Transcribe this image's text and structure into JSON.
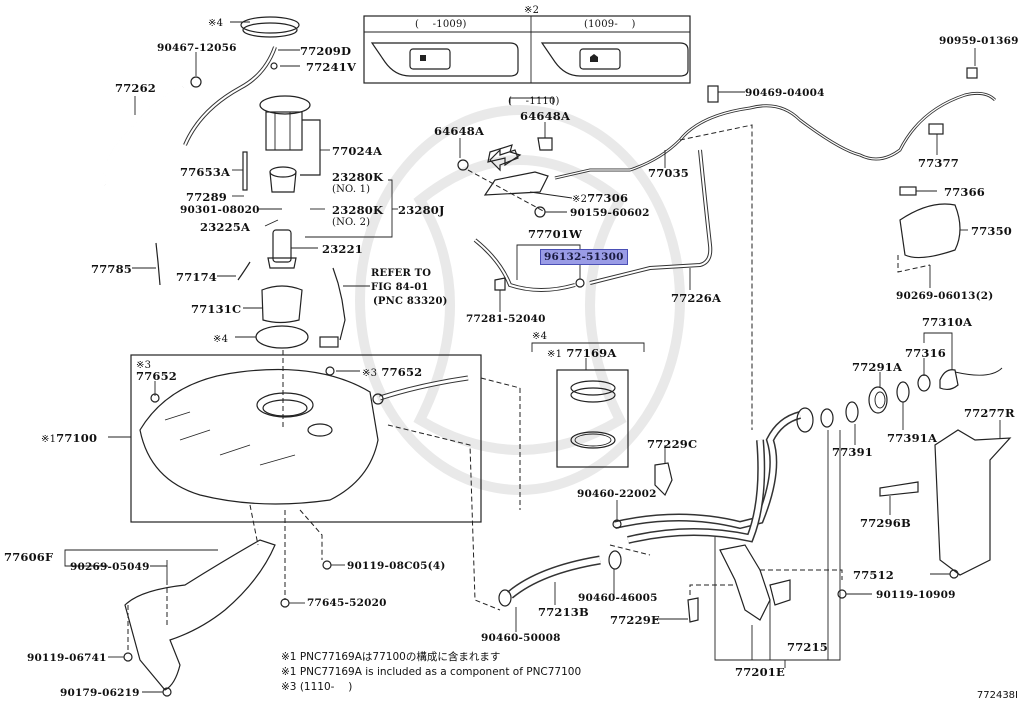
{
  "diagram": {
    "type": "exploded-parts-diagram",
    "subject": "Fuel tank, fuel pump, filler pipe and fuel lid assembly",
    "figure_id": "772438I",
    "highlighted_part": "96132-51300",
    "callouts": {
      "c_77262": "77262",
      "c_90467_12056": "90467-12056",
      "c_x4_top": "※4",
      "c_77209D": "77209D",
      "c_77241V": "77241V",
      "c_77024A": "77024A",
      "c_77653A": "77653A",
      "c_77289": "77289",
      "c_90301_08020": "90301-08020",
      "c_23280K_1": "23280K",
      "c_no1": "(NO. 1)",
      "c_23280K_2": "23280K",
      "c_no2": "(NO. 2)",
      "c_23280J": "23280J",
      "c_23225A": "23225A",
      "c_23221": "23221",
      "c_77785": "77785",
      "c_77174": "77174",
      "c_refer1": "REFER TO",
      "c_refer2": "FIG 84-01",
      "c_refer3": "(PNC 83320)",
      "c_77131C": "77131C",
      "c_x4_ring": "※4",
      "c_x3_a": "※3",
      "c_77652_a": "77652",
      "c_x3_b": "※3",
      "c_77652_b": "77652",
      "c_x1_77100_mark": "※1",
      "c_77100": "77100",
      "c_77606F": "77606F",
      "c_90269_05049": "90269-05049",
      "c_90119_08C05": "90119-08C05(4)",
      "c_77645_52020": "77645-52020",
      "c_90119_06741": "90119-06741",
      "c_90179_06219": "90179-06219",
      "c_x2_top": "※2",
      "c_range_a": "(　 -1009)",
      "c_range_b": "(1009-　 )",
      "c_range_1110": "(　 -1110)",
      "c_64648A_a": "64648A",
      "c_64648A_b": "64648A",
      "c_77306_mark": "※2",
      "c_77306": "77306",
      "c_90159_60602": "90159-60602",
      "c_77035": "77035",
      "c_77701W": "77701W",
      "c_96132_51300": "96132-51300",
      "c_77226A": "77226A",
      "c_77281_52040": "77281-52040",
      "c_x4_mid": "※4",
      "c_x1_77169A_mark": "※1",
      "c_77169A": "77169A",
      "c_90469_04004": "90469-04004",
      "c_90959_01369": "90959-01369",
      "c_77377": "77377",
      "c_77366": "77366",
      "c_77350": "77350",
      "c_90269_06013": "90269-06013(2)",
      "c_77310A": "77310A",
      "c_77316": "77316",
      "c_77291A": "77291A",
      "c_77391A": "77391A",
      "c_77391": "77391",
      "c_77277R": "77277R",
      "c_77229C": "77229C",
      "c_90460_22002": "90460-22002",
      "c_77296B": "77296B",
      "c_77512": "77512",
      "c_90119_10909": "90119-10909",
      "c_90460_46005": "90460-46005",
      "c_77213B": "77213B",
      "c_90460_50008": "90460-50008",
      "c_77229E": "77229E",
      "c_77215": "77215",
      "c_77201E": "77201E"
    },
    "notes": [
      "※1 PNC77169Aは77100の構成に含まれます",
      "※1 PNC77169A is included as a component of PNC77100",
      "※3 (1110-　 )"
    ]
  }
}
